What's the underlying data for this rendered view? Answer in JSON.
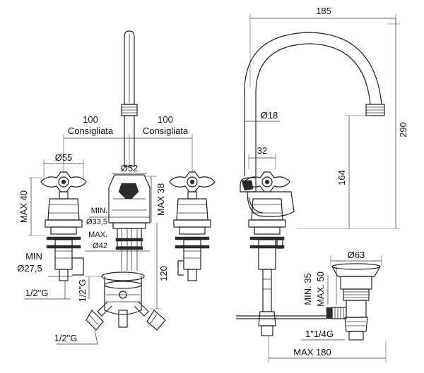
{
  "dimensions": {
    "spout_width": "185",
    "spout_height": "290",
    "inner_height": "164",
    "spout_diameter": "Ø18",
    "offset": "32",
    "spacing_left_value": "100",
    "spacing_left_note": "Consigliata",
    "spacing_right_value": "100",
    "spacing_right_note": "Consigliata",
    "handle_diameter": "Ø55",
    "body_diameter": "Ø52",
    "max_height_left": "MAX 40",
    "max_height_mid": "MAX 38",
    "hole_min_label": "MIN.",
    "hole_min_value": "Ø33,5",
    "hole_max_label": "MAX.",
    "hole_max_value": "Ø42",
    "min_label": "MIN",
    "min_value": "Ø27,5",
    "thread_left": "1/2\"G",
    "thread_vertical": "1/2\"G",
    "thread_bottom": "1/2\"G",
    "depth": "120",
    "waste_diameter": "Ø63",
    "waste_min": "MIN. 35",
    "waste_max": "MAX. 50",
    "waste_thread": "1\"1/4G",
    "waste_reach": "MAX 180"
  }
}
